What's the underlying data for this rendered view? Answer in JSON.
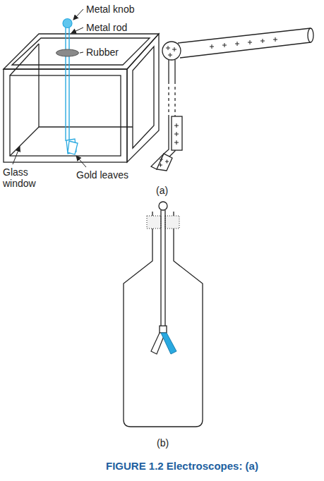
{
  "diagram": {
    "caption": "FIGURE 1.2 Electroscopes: (a)",
    "labels": [
      "Metal knob",
      "Metal rod",
      "Rubber",
      "Glass window",
      "Gold leaves",
      "(a)",
      "(b)"
    ]
  }
}
